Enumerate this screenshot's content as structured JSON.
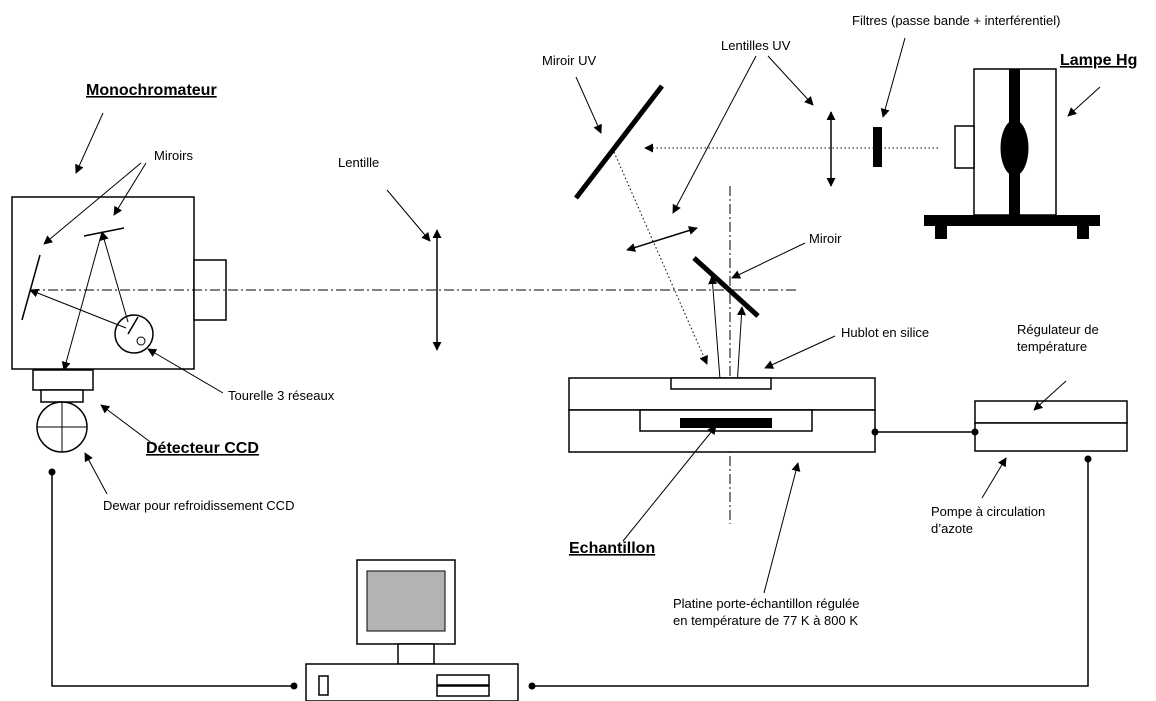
{
  "labels": {
    "monochromateur": "Monochromateur",
    "miroirs": "Miroirs",
    "lentille": "Lentille",
    "miroir_uv": "Miroir UV",
    "lentilles_uv": "Lentilles UV",
    "filtres": "Filtres (passe bande + interférentiel)",
    "lampe_hg": "Lampe Hg",
    "miroir": "Miroir",
    "hublot": "Hublot en silice",
    "regulateur_line1": "Régulateur de",
    "regulateur_line2": "température",
    "tourelle": "Tourelle 3 réseaux",
    "detecteur": "Détecteur CCD",
    "dewar": "Dewar pour refroidissement CCD",
    "echantillon": "Echantillon",
    "pompe_line1": "Pompe à circulation",
    "pompe_line2": "d’azote",
    "platine_line1": "Platine porte-échantillon régulée",
    "platine_line2": "en température de 77 K à 800 K"
  },
  "colors": {
    "line": "#000000",
    "screen": "#b3b3b3",
    "background": "#ffffff"
  }
}
